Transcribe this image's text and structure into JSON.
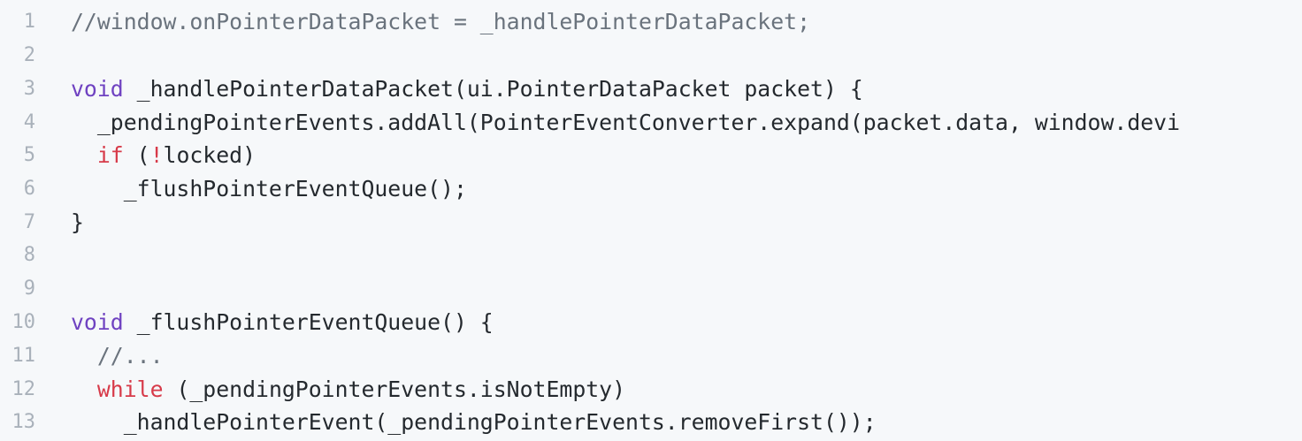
{
  "editor": {
    "lines": [
      {
        "num": "1",
        "text": "//window.onPointerDataPacket = _handlePointerDataPacket;"
      },
      {
        "num": "2",
        "text": ""
      },
      {
        "num": "3",
        "keyword": "void",
        "text": " _handlePointerDataPacket(ui.PointerDataPacket packet) {"
      },
      {
        "num": "4",
        "text": "  _pendingPointerEvents.addAll(PointerEventConverter.expand(packet.data, window.devi"
      },
      {
        "num": "5",
        "indent": "  ",
        "keyword": "if",
        "pre": " (",
        "op": "!",
        "text": "locked)"
      },
      {
        "num": "6",
        "text": "    _flushPointerEventQueue();"
      },
      {
        "num": "7",
        "text": "}"
      },
      {
        "num": "8",
        "text": ""
      },
      {
        "num": "9",
        "text": ""
      },
      {
        "num": "10",
        "keyword": "void",
        "text": " _flushPointerEventQueue() {"
      },
      {
        "num": "11",
        "text": "  //..."
      },
      {
        "num": "12",
        "indent": "  ",
        "keyword": "while",
        "text": " (_pendingPointerEvents.isNotEmpty)"
      },
      {
        "num": "13",
        "text": "    _handlePointerEvent(_pendingPointerEvents.removeFirst());"
      }
    ]
  },
  "colors": {
    "background": "#f6f8fa",
    "line_number": "#a9b1ba",
    "text": "#24292e",
    "keyword_void": "#6f42c1",
    "keyword_control": "#d73a49",
    "comment": "#6a737d"
  }
}
